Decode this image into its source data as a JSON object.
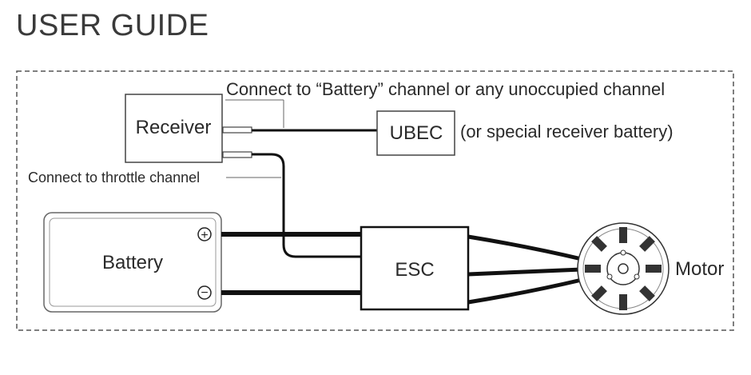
{
  "title": "USER GUIDE",
  "components": {
    "receiver": "Receiver",
    "ubec": "UBEC",
    "battery": "Battery",
    "esc": "ESC",
    "motor": "Motor"
  },
  "annotations": {
    "battery_channel": "Connect to “Battery” channel or any unoccupied channel",
    "ubec_alt": "(or special receiver battery)",
    "throttle_channel": "Connect to throttle channel"
  },
  "terminals": {
    "positive": "+",
    "negative": "−"
  }
}
